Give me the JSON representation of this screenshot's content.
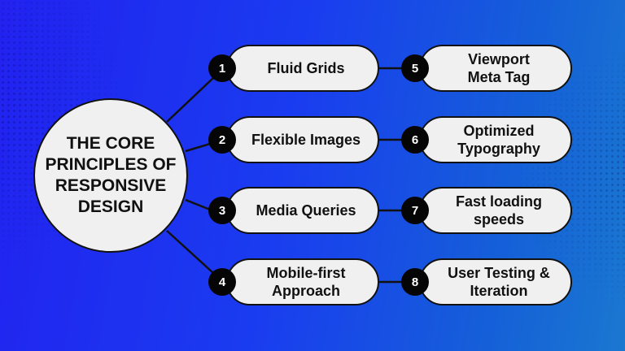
{
  "title": "THE CORE PRINCIPLES OF RESPONSIVE DESIGN",
  "principles": [
    {
      "number": "1",
      "label": "Fluid Grids"
    },
    {
      "number": "2",
      "label": "Flexible Images"
    },
    {
      "number": "3",
      "label": "Media Queries"
    },
    {
      "number": "4",
      "label": "Mobile-first Approach"
    },
    {
      "number": "5",
      "label": "Viewport Meta Tag"
    },
    {
      "number": "6",
      "label": "Optimized Typography"
    },
    {
      "number": "7",
      "label": "Fast loading speeds"
    },
    {
      "number": "8",
      "label": "User Testing & Iteration"
    }
  ],
  "colors": {
    "background_left": "#2222f0",
    "background_right": "#1a78d0",
    "node_fill": "#f0f0f0",
    "badge": "#050505"
  }
}
